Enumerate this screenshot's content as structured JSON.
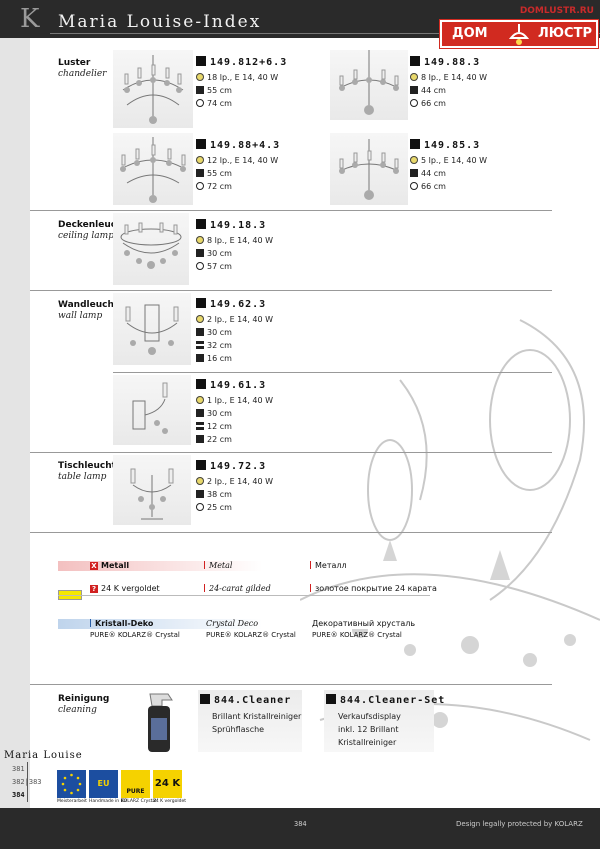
{
  "header": {
    "title": "Maria Louise-Index",
    "brand_url": "DOMLUSTR.RU",
    "brand_left": "ДОМ",
    "brand_right": "ЛЮСТР"
  },
  "categories": {
    "luster": {
      "name": "Luster",
      "sub": "chandelier"
    },
    "decken": {
      "name": "Deckenleuchte",
      "sub": "ceiling lamp"
    },
    "wand": {
      "name": "Wandleuchte",
      "sub": "wall lamp"
    },
    "tisch": {
      "name": "Tischleuchte",
      "sub": "table lamp"
    },
    "reinigung": {
      "name": "Reinigung",
      "sub": "cleaning"
    }
  },
  "products": [
    {
      "code": "149.812+6.3",
      "lamps": "18 lp., E 14, 40 W",
      "height": "55 cm",
      "diameter": "74 cm"
    },
    {
      "code": "149.88.3",
      "lamps": "8 lp., E 14, 40 W",
      "height": "44 cm",
      "diameter": "66 cm"
    },
    {
      "code": "149.88+4.3",
      "lamps": "12 lp., E 14, 40 W",
      "height": "55 cm",
      "diameter": "72 cm"
    },
    {
      "code": "149.85.3",
      "lamps": "5 lp., E 14, 40 W",
      "height": "44 cm",
      "diameter": "66 cm"
    },
    {
      "code": "149.18.3",
      "lamps": "8 lp., E 14, 40 W",
      "height": "30 cm",
      "diameter": "57 cm"
    },
    {
      "code": "149.62.3",
      "lamps": "2 lp., E 14, 40 W",
      "height": "30 cm",
      "width": "32 cm",
      "depth": "16 cm"
    },
    {
      "code": "149.61.3",
      "lamps": "1 lp., E 14, 40 W",
      "height": "30 cm",
      "width": "12 cm",
      "depth": "22 cm"
    },
    {
      "code": "149.72.3",
      "lamps": "2 lp., E 14, 40 W",
      "height": "38 cm",
      "diameter": "25 cm"
    }
  ],
  "finish": {
    "header_de": "Metall",
    "header_en": "Metal",
    "header_ru": "Металл",
    "row_de": "24 K vergoldet",
    "row_en": "24-carat gilded",
    "row_ru": "золотое покрытие 24 карата"
  },
  "crystal": {
    "header_de": "Kristall-Deko",
    "header_en": "Crystal Deco",
    "header_ru": "Декоративный хрусталь",
    "row_de": "PURE® KOLARZ® Crystal",
    "row_en": "PURE® KOLARZ® Crystal",
    "row_ru": "PURE® KOLARZ® Crystal"
  },
  "cleaning": [
    {
      "code": "844.Cleaner",
      "line1": "Brillant Kristallreiniger",
      "line2": "Sprühflasche"
    },
    {
      "code": "844.Cleaner-Set",
      "line1": "Verkaufsdisplay",
      "line2": "inkl. 12 Brillant",
      "line3": "Kristallreiniger"
    }
  ],
  "sidebar": {
    "brand": "Maria Louise",
    "pages": [
      "381",
      "382|383",
      "384"
    ]
  },
  "badges": [
    {
      "label": "",
      "caption": "Meisterarbeit"
    },
    {
      "label": "EU",
      "caption": "Handmade in EU"
    },
    {
      "label": "PURE",
      "caption": "KOLARZ Crystal"
    },
    {
      "label": "24 K",
      "caption": "24 K vergoldet"
    }
  ],
  "footer": {
    "page": "384",
    "legal": "Design legally protected by KOLARZ"
  }
}
